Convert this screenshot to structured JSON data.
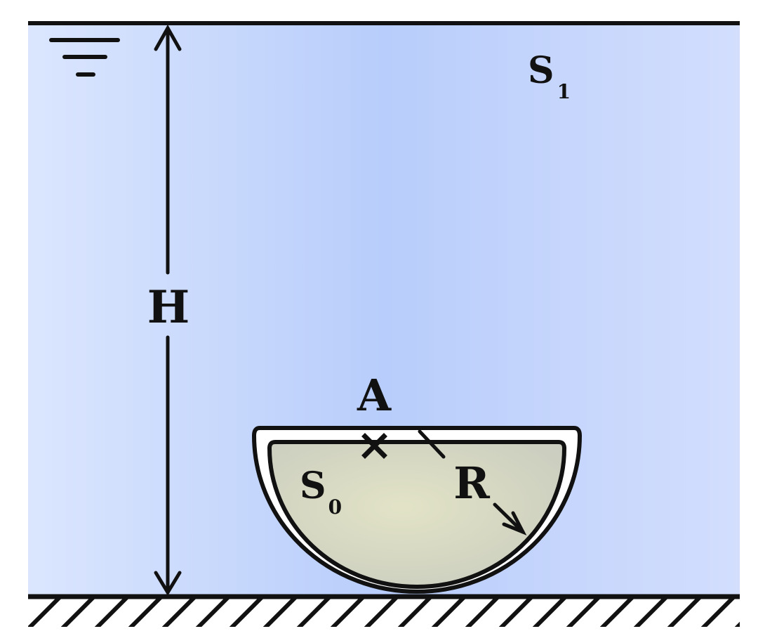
{
  "labels": {
    "height": "H",
    "point": "A",
    "radius": "R",
    "outer_main": "S",
    "outer_sub": "1",
    "inner_main": "S",
    "inner_sub": "0"
  },
  "icons": {
    "free_surface": "free-surface-icon",
    "point_marker": "cross-icon",
    "ground": "hatched-ground-icon"
  },
  "colors": {
    "water_light": "#dbe6fe",
    "water_mid": "#b8cdfb",
    "shell": "#ffffff",
    "inner_center": "#e2e3c6",
    "inner_edge": "#c9ccbf",
    "ink": "#111111"
  }
}
